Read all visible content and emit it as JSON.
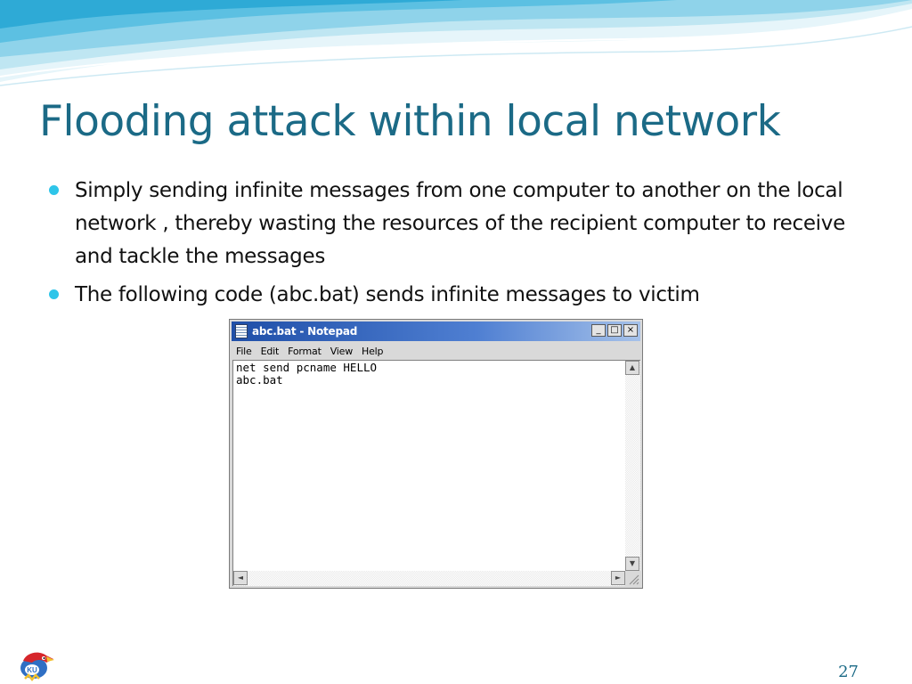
{
  "slide": {
    "title": "Flooding attack within local network",
    "bullets": [
      "Simply sending infinite messages from one computer to another on the local network , thereby wasting the resources of the recipient computer to receive and tackle the messages",
      "The following code (abc.bat) sends infinite messages to victim"
    ],
    "page_number": "27",
    "accent_color": "#2ec5e9",
    "title_color": "#1b6a86"
  },
  "notepad": {
    "window_title": "abc.bat - Notepad",
    "menu": [
      "File",
      "Edit",
      "Format",
      "View",
      "Help"
    ],
    "content": "net send pcname HELLO\nabc.bat",
    "controls": {
      "minimize": "_",
      "maximize": "□",
      "close": "×"
    },
    "scroll_icons": {
      "up": "▲",
      "down": "▼",
      "left": "◄",
      "right": "►"
    }
  },
  "icons": {
    "logo": "jayhawk-logo-icon",
    "logo_text": "KU"
  }
}
